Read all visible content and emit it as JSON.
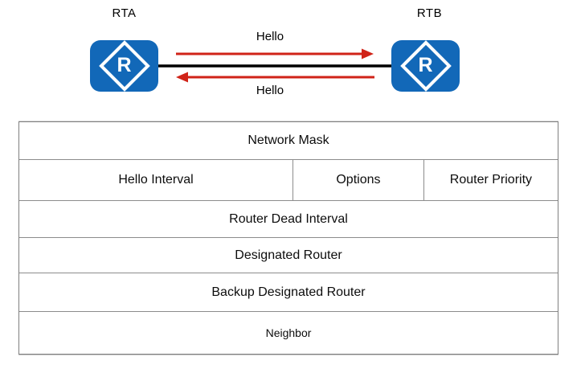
{
  "diagram": {
    "routers": [
      {
        "label": "RTA",
        "letter": "R"
      },
      {
        "label": "RTB",
        "letter": "R"
      }
    ],
    "messages": {
      "top": "Hello",
      "bottom": "Hello"
    },
    "colors": {
      "router_blue": "#1268b8",
      "arrow_red": "#d02318",
      "link_black": "#000000",
      "table_border_gray": "#8c8c8c"
    }
  },
  "packet_table": {
    "rows": [
      {
        "cells": [
          {
            "label": "Network Mask"
          }
        ]
      },
      {
        "cells": [
          {
            "label": "Hello Interval"
          },
          {
            "label": "Options"
          },
          {
            "label": "Router Priority"
          }
        ]
      },
      {
        "cells": [
          {
            "label": "Router Dead Interval"
          }
        ]
      },
      {
        "cells": [
          {
            "label": "Designated Router"
          }
        ]
      },
      {
        "cells": [
          {
            "label": "Backup Designated Router"
          }
        ]
      },
      {
        "cells": [
          {
            "label": "Neighbor"
          }
        ]
      }
    ]
  }
}
